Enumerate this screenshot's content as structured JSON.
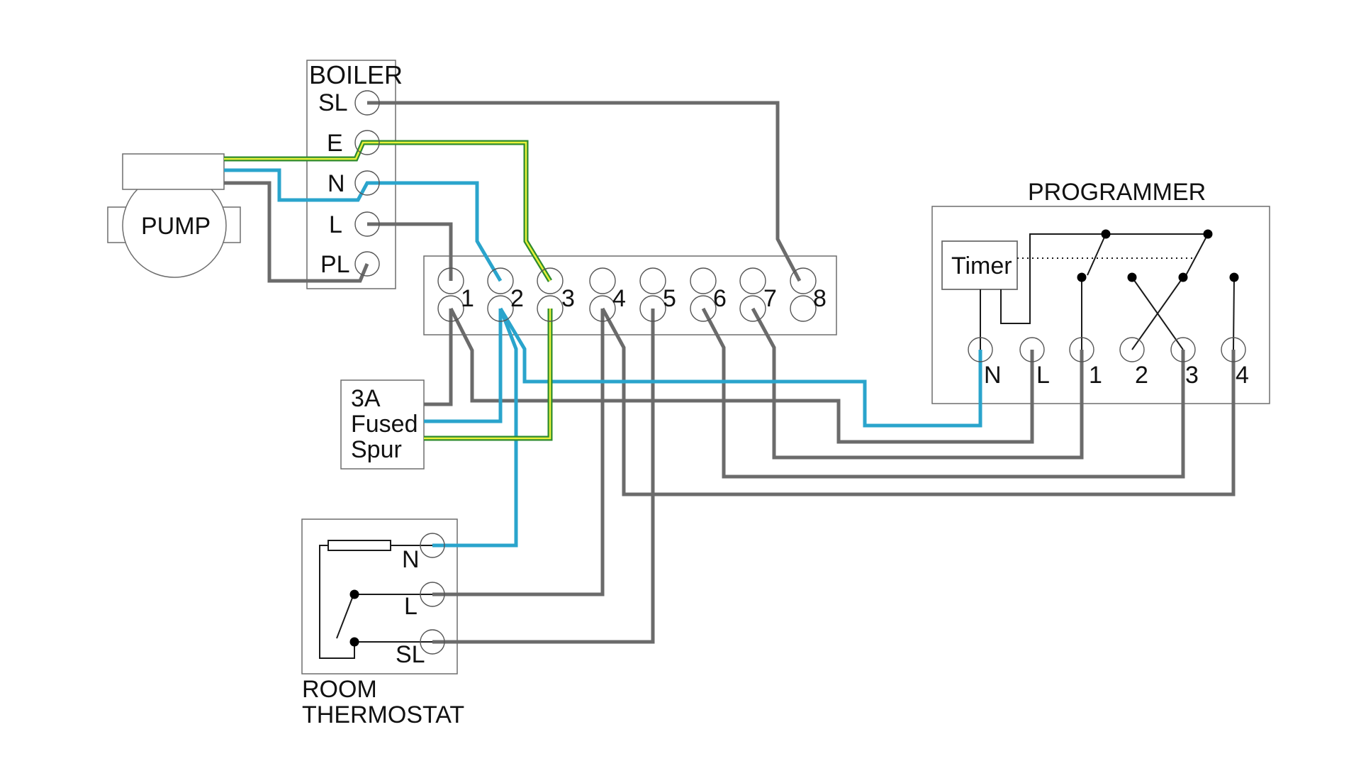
{
  "colors": {
    "grey_wire": "#6b6b6b",
    "blue_wire": "#2aa4cc",
    "earth_green": "#2e8b2e",
    "earth_yellow": "#e9f23a",
    "outline": "#6d6d6d"
  },
  "boiler": {
    "title": "BOILER",
    "terminals": [
      "SL",
      "E",
      "N",
      "L",
      "PL"
    ]
  },
  "pump": {
    "label": "PUMP"
  },
  "junction_box": {
    "terminals": [
      "1",
      "2",
      "3",
      "4",
      "5",
      "6",
      "7",
      "8"
    ]
  },
  "programmer": {
    "title": "PROGRAMMER",
    "timer_label": "Timer",
    "terminals": [
      "N",
      "L",
      "1",
      "2",
      "3",
      "4"
    ]
  },
  "fused_spur": {
    "line1": "3A",
    "line2": "Fused",
    "line3": "Spur"
  },
  "room_thermostat": {
    "title_line1": "ROOM",
    "title_line2": "THERMOSTAT",
    "terminals": [
      "N",
      "L",
      "SL"
    ]
  }
}
